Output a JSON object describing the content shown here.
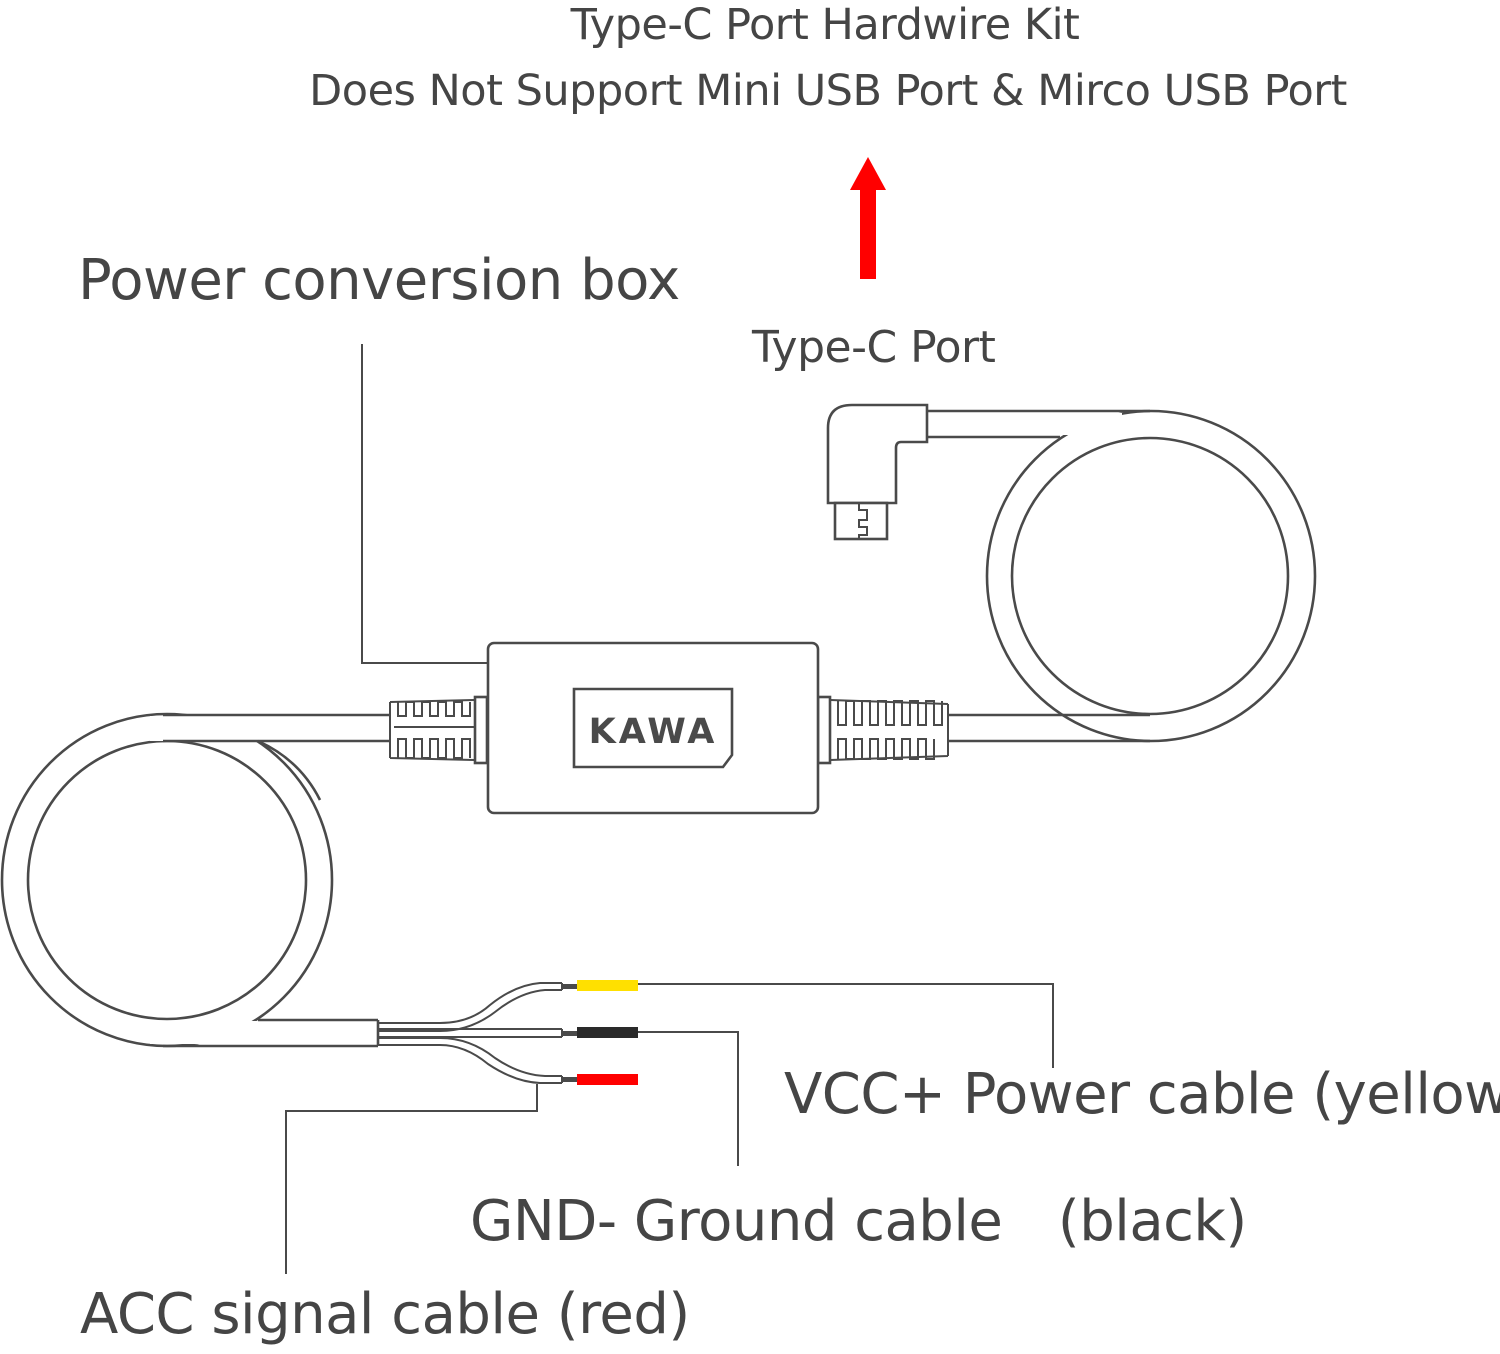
{
  "header": {
    "title": "Type-C Port Hardwire Kit",
    "subtitle": "Does Not Support Mini USB Port & Mirco USB Port"
  },
  "labels": {
    "power_box": "Power conversion box",
    "type_c_port": "Type-C Port",
    "vcc": "VCC+ Power cable (yellow)",
    "gnd": "GND- Ground cable　(black)",
    "acc": "ACC signal cable (red)"
  },
  "device": {
    "brand_logo": "KAWA"
  },
  "icons": {
    "arrow": "red-up-arrow-icon",
    "connector": "type-c-right-angle-connector-icon"
  },
  "colors": {
    "line": "#4a4a4a",
    "text": "#454545",
    "arrow": "#ff0000",
    "wire_vcc": "#ffe000",
    "wire_gnd": "#2a2a2a",
    "wire_acc": "#ff0000"
  }
}
